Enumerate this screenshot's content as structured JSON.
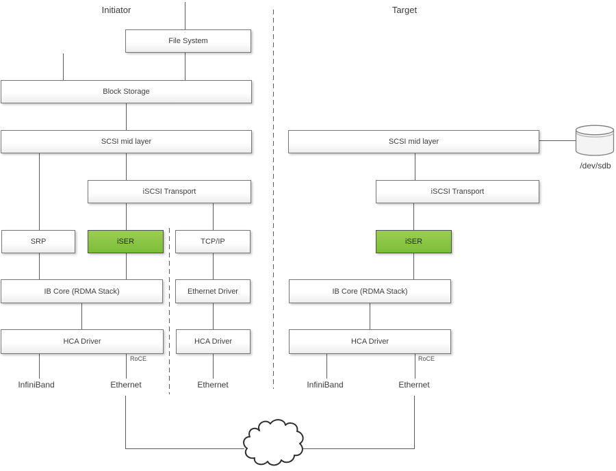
{
  "titles": {
    "initiator": "Initiator",
    "target": "Target"
  },
  "nodes": {
    "file_system": "File System",
    "block_storage": "Block Storage",
    "scsi_mid_initiator": "SCSI mid layer",
    "iscsi_transport_initiator": "iSCSI Transport",
    "srp": "SRP",
    "iser_initiator": "iSER",
    "tcp_ip": "TCP/IP",
    "ib_core_initiator": "IB Core (RDMA Stack)",
    "ethernet_driver": "Ethernet Driver",
    "hca_driver_initiator": "HCA Driver",
    "hca_driver_initiator_eth": "HCA Driver",
    "scsi_mid_target": "SCSI mid layer",
    "iscsi_transport_target": "iSCSI Transport",
    "iser_target": "iSER",
    "ib_core_target": "IB Core (RDMA Stack)",
    "hca_driver_target": "HCA Driver"
  },
  "labels": {
    "roce_initiator": "RoCE",
    "roce_target": "RoCE",
    "infiniband_initiator": "InfiniBand",
    "ethernet_initiator": "Ethernet",
    "ethernet_tcp": "Ethernet",
    "infiniband_target": "InfiniBand",
    "ethernet_target": "Ethernet",
    "dev_sdb": "/dev/sdb"
  },
  "colors": {
    "iser_green": "#8cc63e",
    "box_border": "#757575",
    "connector_line": "#595959"
  }
}
